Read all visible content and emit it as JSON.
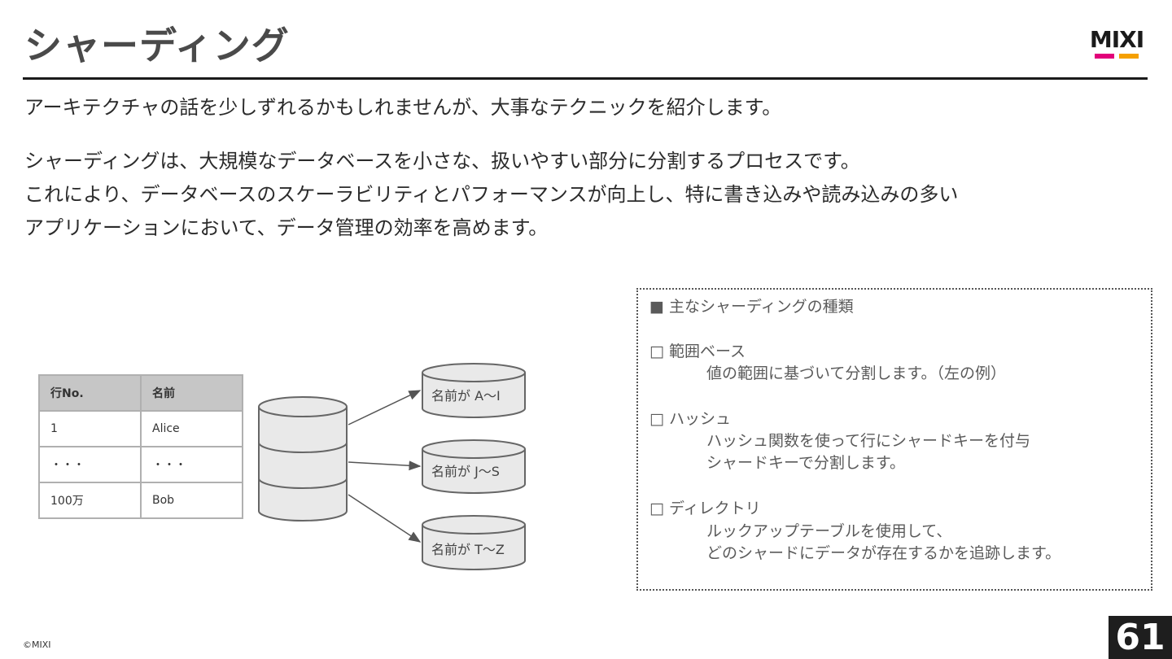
{
  "slide": {
    "title": "シャーディング",
    "lead": "アーキテクチャの話を少しずれるかもしれませんが、大事なテクニックを紹介します。",
    "paragraph": [
      "シャーディングは、大規模なデータベースを小さな、扱いやすい部分に分割するプロセスです。",
      "これにより、データベースのスケーラビリティとパフォーマンスが向上し、特に書き込みや読み込みの多い",
      "アプリケーションにおいて、データ管理の効率を高めます。"
    ],
    "copyright": "©MIXI",
    "page_number": "61"
  },
  "logo": {
    "text": "MIXI",
    "bar_colors": [
      "#e2007a",
      "#f5a000"
    ]
  },
  "table": {
    "headers": [
      "行No.",
      "名前"
    ],
    "rows": [
      [
        "1",
        "Alice"
      ],
      [
        "・・・",
        "・・・"
      ],
      [
        "100万",
        "Bob"
      ]
    ]
  },
  "diagram": {
    "shards": [
      "名前が A〜I",
      "名前が J〜S",
      "名前が T〜Z"
    ]
  },
  "types_box": {
    "heading": "■ 主なシャーディングの種類",
    "range_title": "□ 範囲ベース",
    "range_desc": "値の範囲に基づいて分割します。（左の例）",
    "hash_title": "□ ハッシュ",
    "hash_desc_1": "ハッシュ関数を使って行にシャードキーを付与",
    "hash_desc_2": "シャードキーで分割します。",
    "dir_title": "□ ディレクトリ",
    "dir_desc_1": "ルックアップテーブルを使用して、",
    "dir_desc_2": "どのシャードにデータが存在するかを追跡します。"
  }
}
